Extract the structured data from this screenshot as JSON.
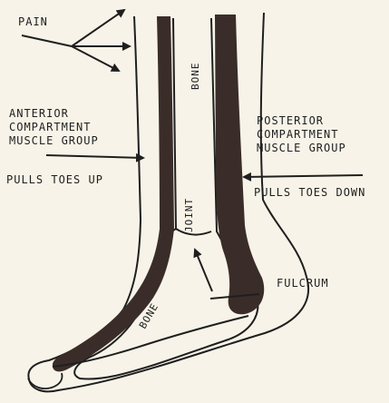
{
  "labels": {
    "pain": "PAIN",
    "anterior_line1": "ANTERIOR",
    "anterior_line2": "COMPARTMENT",
    "anterior_line3": "MUSCLE GROUP",
    "pulls_toes_up": "PULLS TOES UP",
    "posterior_line1": "POSTERIOR",
    "posterior_line2": "COMPARTMENT",
    "posterior_line3": "MUSCLE GROUP",
    "pulls_toes_down": "PULLS TOES DOWN",
    "fulcrum": "FULCRUM",
    "bone_top": "BONE",
    "joint": "JOINT",
    "bone_foot": "BONE"
  },
  "colors": {
    "background": "#f7f3e8",
    "ink": "#1f1f1f",
    "muscle": "#3a2d29"
  }
}
